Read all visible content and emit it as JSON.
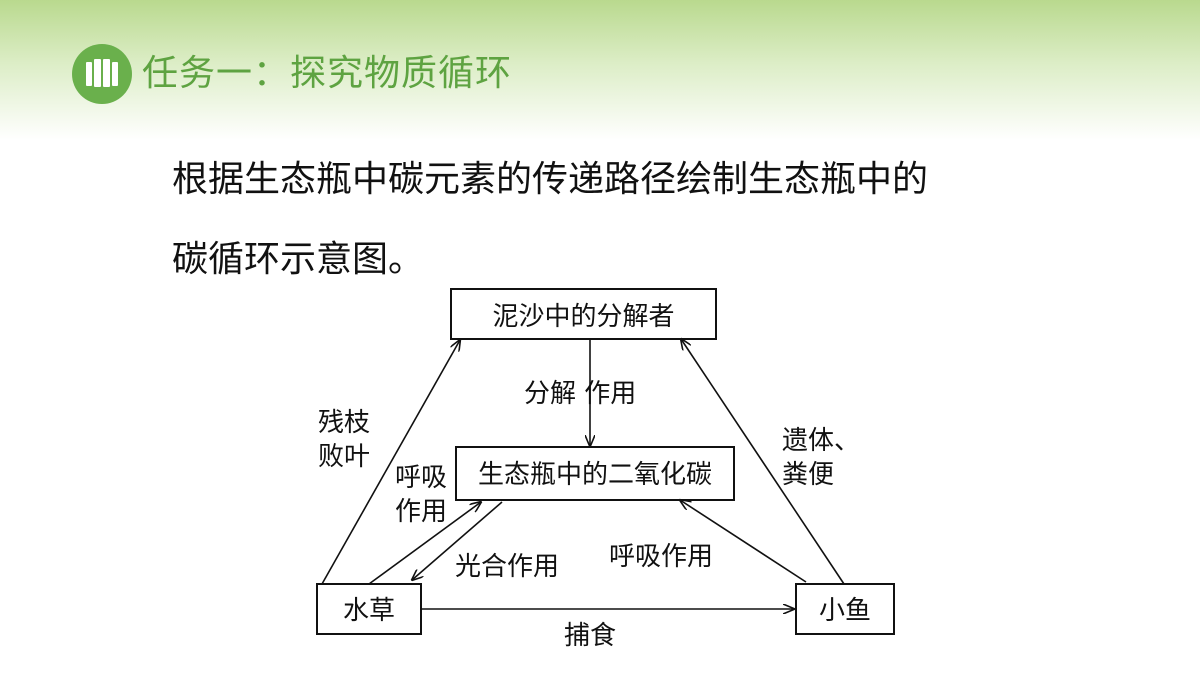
{
  "header": {
    "icon": "book-icon",
    "title": "任务一：探究物质循环",
    "accent_color": "#6ab04c",
    "title_color": "#5ea341"
  },
  "intro": {
    "line1": "根据生态瓶中碳元素的传递路径绘制生态瓶中的",
    "line2": "碳循环示意图。"
  },
  "diagram": {
    "nodes": {
      "decomposer": "泥沙中的分解者",
      "co2": "生态瓶中的二氧化碳",
      "waterweed": "水草",
      "fish": "小鱼"
    },
    "edges": {
      "decomposition": "分解 作用",
      "litter_line1": "残枝",
      "litter_line2": "败叶",
      "remains_line1": "遗体、",
      "remains_line2": "粪便",
      "plant_respiration_line1": "呼吸",
      "plant_respiration_line2": "作用",
      "photosynthesis": "光合作用",
      "fish_respiration": "呼吸作用",
      "predation": "捕食"
    }
  }
}
